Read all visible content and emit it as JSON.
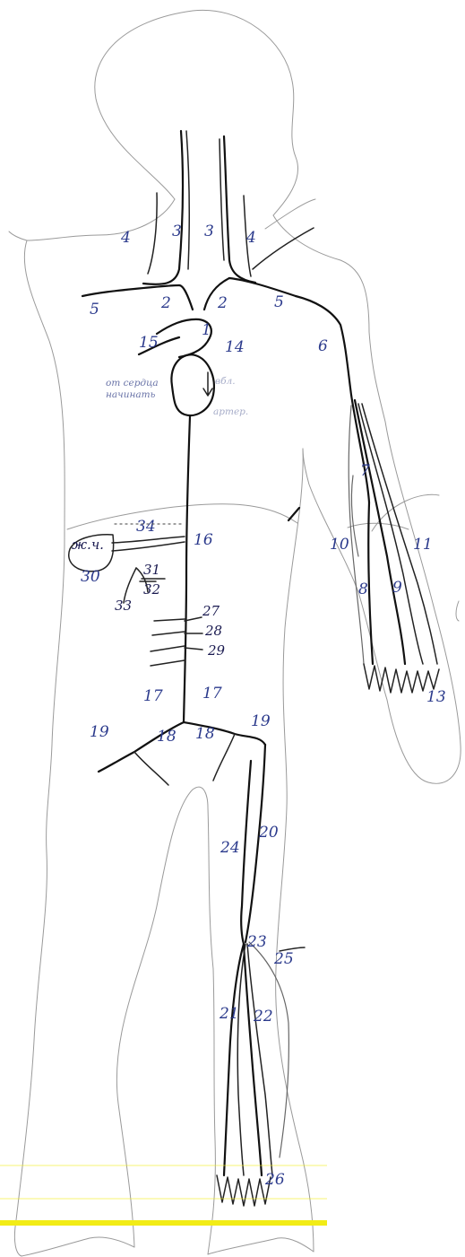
{
  "labels": {
    "l1": "1",
    "l2a": "2",
    "l2b": "2",
    "l3a": "3",
    "l3b": "3",
    "l4a": "4",
    "l4b": "4",
    "l5a": "5",
    "l5b": "5",
    "l6": "6",
    "l7": "7",
    "l8": "8",
    "l9": "9",
    "l10": "10",
    "l11": "11",
    "l13": "13",
    "l14": "14",
    "l15": "15",
    "l16": "16",
    "l17a": "17",
    "l17b": "17",
    "l18a": "18",
    "l18b": "18",
    "l19a": "19",
    "l19b": "19",
    "l20": "20",
    "l21": "21",
    "l22": "22",
    "l23": "23",
    "l24": "24",
    "l25": "25",
    "l26": "26",
    "l27": "27",
    "l28": "28",
    "l29": "29",
    "l30": "30",
    "l31": "31",
    "l32": "32",
    "l33": "33",
    "l34": "34",
    "liver": "ж.ч."
  },
  "notes": {
    "heart_note_line1": "от сердца",
    "heart_note_line2": "начинать",
    "faint_line1": "вбл.",
    "faint_line2": "артер."
  },
  "colors": {
    "ink": "#111111",
    "pen_blue": "#2b3a8c",
    "outline_gray": "#9a9a9a",
    "highlighter_yellow": "#f2ec16"
  }
}
